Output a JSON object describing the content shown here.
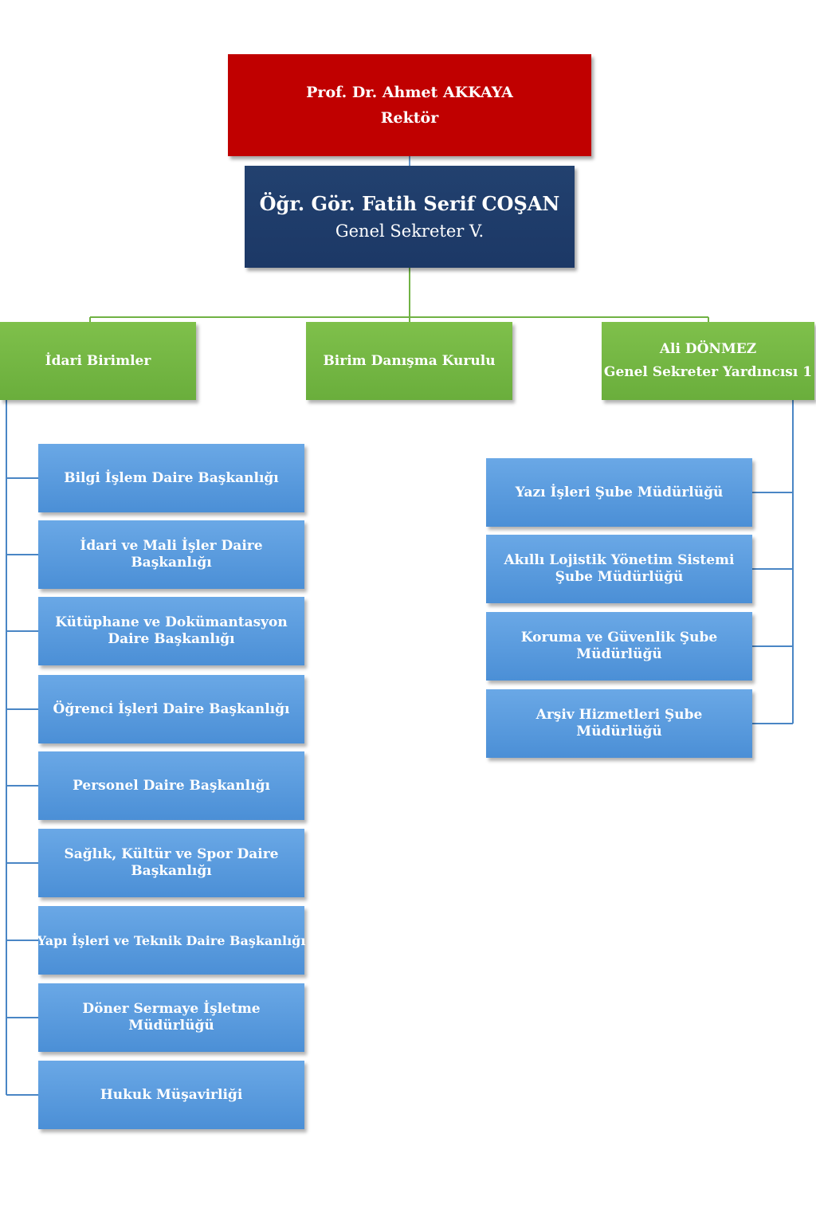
{
  "rector": {
    "name": "Prof. Dr. Ahmet AKKAYA",
    "title": "Rektör"
  },
  "secretary": {
    "name": "Öğr. Gör. Fatih Serif COŞAN",
    "title": "Genel Sekreter V."
  },
  "level2": {
    "admin_units": "İdari Birimler",
    "advisory_board": "Birim Danışma Kurulu",
    "deputy": {
      "name": "Ali DÖNMEZ",
      "title": "Genel Sekreter Yardıncısı 1"
    }
  },
  "admin_units": [
    "Bilgi İşlem Daire Başkanlığı",
    "İdari ve Mali İşler Daire Başkanlığı",
    "Kütüphane ve Dokümantasyon Daire Başkanlığı",
    "Öğrenci İşleri Daire Başkanlığı",
    "Personel Daire Başkanlığı",
    "Sağlık, Kültür ve Spor Daire Başkanlığı",
    "Yapı İşleri ve Teknik Daire Başkanlığı",
    "Döner Sermaye İşletme Müdürlüğü",
    "Hukuk Müşavirliği"
  ],
  "deputy_units": [
    "Yazı İşleri Şube Müdürlüğü",
    "Akıllı Lojistik Yönetim Sistemi Şube Müdürlüğü",
    "Koruma ve Güvenlik Şube Müdürlüğü",
    "Arşiv Hizmetleri Şube Müdürlüğü"
  ],
  "colors": {
    "rector": "#c00000",
    "secretary": "#1f3c6b",
    "level2": "#70b244",
    "units": "#5b9bdf",
    "connector_green": "#70b244",
    "connector_blue": "#4a86c5"
  }
}
